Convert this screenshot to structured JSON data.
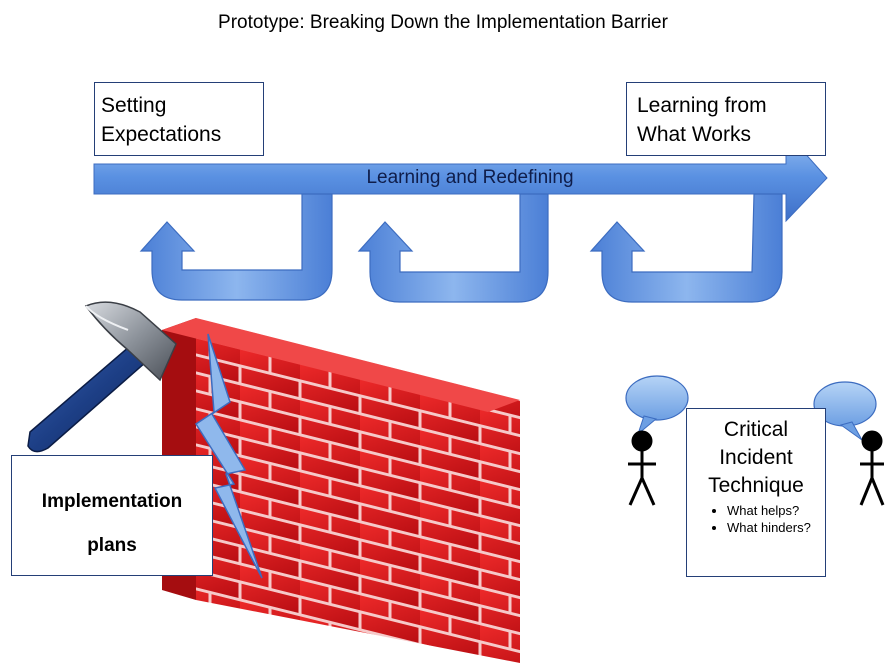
{
  "title": "Prototype: Breaking Down the Implementation Barrier",
  "setting_expectations": [
    "Setting",
    "Expectations"
  ],
  "learning_from_what_works": [
    "Learning from",
    "What Works"
  ],
  "main_arrow_label": "Learning and Redefining",
  "implementation_plans": [
    "Implementation",
    "plans"
  ],
  "critical_incident": {
    "heading": [
      "Critical",
      "Incident",
      "Technique"
    ],
    "bullets": [
      "What helps?",
      "What hinders?"
    ]
  },
  "colors": {
    "arrow_blue": "#5b8fdd",
    "box_border": "#243f77",
    "brick_red": "#d8151c",
    "speech_bubble": "#8fb8ec"
  }
}
